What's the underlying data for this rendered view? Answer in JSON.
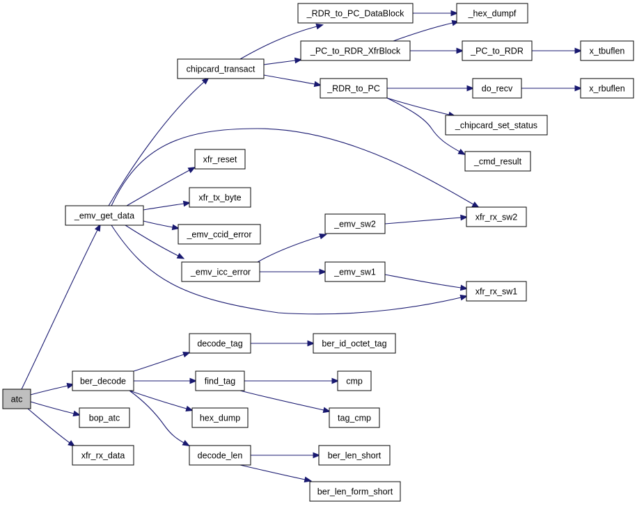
{
  "graph": {
    "edge_color": "#191970",
    "root_fill": "#bfbfbf",
    "nodes": {
      "atc": "atc",
      "emv_get_data": "_emv_get_data",
      "ber_decode": "ber_decode",
      "bop_atc": "bop_atc",
      "xfr_rx_data": "xfr_rx_data",
      "chipcard_transact": "chipcard_transact",
      "xfr_reset": "xfr_reset",
      "xfr_tx_byte": "xfr_tx_byte",
      "emv_ccid_error": "_emv_ccid_error",
      "emv_icc_error": "_emv_icc_error",
      "xfr_rx_sw2": "xfr_rx_sw2",
      "xfr_rx_sw1": "xfr_rx_sw1",
      "rdr_to_pc_datablock": "_RDR_to_PC_DataBlock",
      "pc_to_rdr_xfrblock": "_PC_to_RDR_XfrBlock",
      "rdr_to_pc": "_RDR_to_PC",
      "hex_dumpf": "_hex_dumpf",
      "pc_to_rdr": "_PC_to_RDR",
      "x_tbuflen": "x_tbuflen",
      "do_recv": "do_recv",
      "x_rbuflen": "x_rbuflen",
      "chipcard_set_status": "_chipcard_set_status",
      "cmd_result": "_cmd_result",
      "emv_sw2": "_emv_sw2",
      "emv_sw1": "_emv_sw1",
      "decode_tag": "decode_tag",
      "find_tag": "find_tag",
      "hex_dump": "hex_dump",
      "decode_len": "decode_len",
      "ber_id_octet_tag": "ber_id_octet_tag",
      "cmp": "cmp",
      "tag_cmp": "tag_cmp",
      "ber_len_short": "ber_len_short",
      "ber_len_form_short": "ber_len_form_short"
    },
    "edges": [
      [
        "atc",
        "emv_get_data"
      ],
      [
        "atc",
        "ber_decode"
      ],
      [
        "atc",
        "bop_atc"
      ],
      [
        "atc",
        "xfr_rx_data"
      ],
      [
        "emv_get_data",
        "chipcard_transact"
      ],
      [
        "emv_get_data",
        "xfr_rx_sw2"
      ],
      [
        "emv_get_data",
        "xfr_reset"
      ],
      [
        "emv_get_data",
        "xfr_tx_byte"
      ],
      [
        "emv_get_data",
        "emv_ccid_error"
      ],
      [
        "emv_get_data",
        "emv_icc_error"
      ],
      [
        "emv_get_data",
        "xfr_rx_sw1"
      ],
      [
        "chipcard_transact",
        "rdr_to_pc_datablock"
      ],
      [
        "chipcard_transact",
        "pc_to_rdr_xfrblock"
      ],
      [
        "chipcard_transact",
        "rdr_to_pc"
      ],
      [
        "rdr_to_pc_datablock",
        "hex_dumpf"
      ],
      [
        "pc_to_rdr_xfrblock",
        "hex_dumpf"
      ],
      [
        "pc_to_rdr_xfrblock",
        "pc_to_rdr"
      ],
      [
        "pc_to_rdr",
        "x_tbuflen"
      ],
      [
        "rdr_to_pc",
        "do_recv"
      ],
      [
        "rdr_to_pc",
        "chipcard_set_status"
      ],
      [
        "rdr_to_pc",
        "cmd_result"
      ],
      [
        "do_recv",
        "x_rbuflen"
      ],
      [
        "emv_icc_error",
        "emv_sw2"
      ],
      [
        "emv_icc_error",
        "emv_sw1"
      ],
      [
        "emv_sw2",
        "xfr_rx_sw2"
      ],
      [
        "emv_sw1",
        "xfr_rx_sw1"
      ],
      [
        "ber_decode",
        "decode_tag"
      ],
      [
        "ber_decode",
        "find_tag"
      ],
      [
        "ber_decode",
        "hex_dump"
      ],
      [
        "ber_decode",
        "decode_len"
      ],
      [
        "decode_tag",
        "ber_id_octet_tag"
      ],
      [
        "find_tag",
        "cmp"
      ],
      [
        "find_tag",
        "tag_cmp"
      ],
      [
        "decode_len",
        "ber_len_short"
      ],
      [
        "decode_len",
        "ber_len_form_short"
      ]
    ]
  }
}
